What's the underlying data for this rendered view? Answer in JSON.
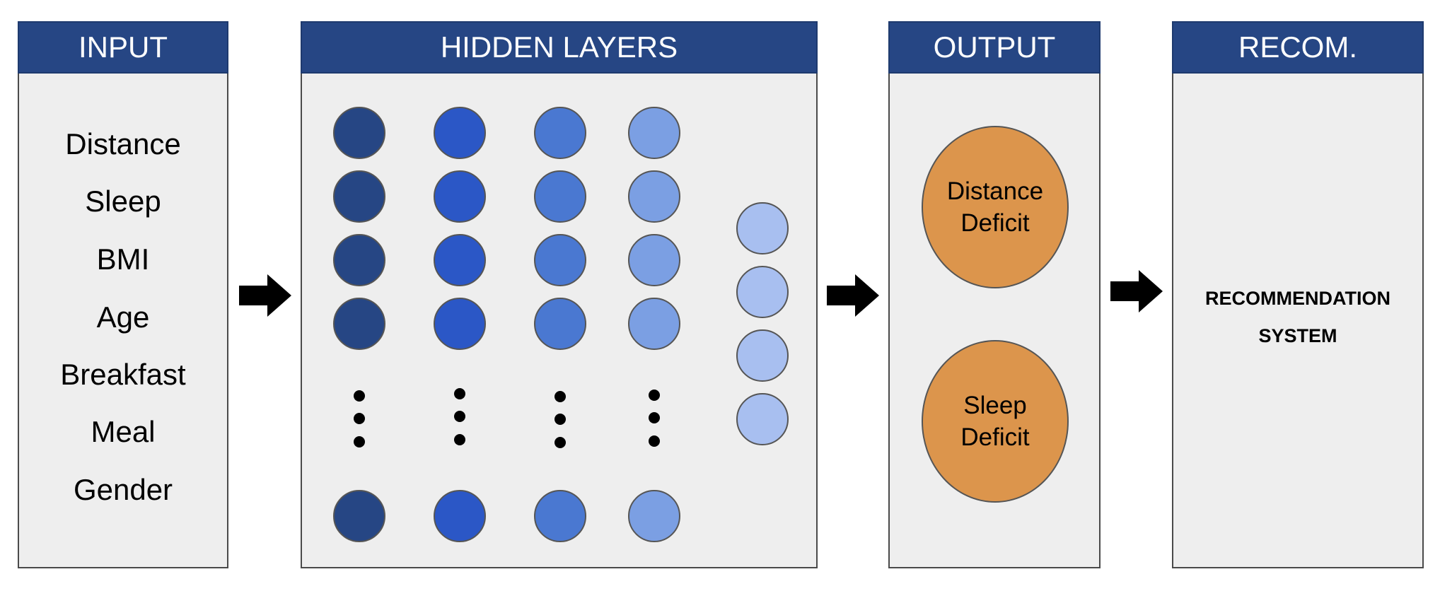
{
  "panels": {
    "input": {
      "title": "INPUT",
      "items": [
        "Distance",
        "Sleep",
        "BMI",
        "Age",
        "Breakfast",
        "Meal",
        "Gender"
      ]
    },
    "hidden": {
      "title": "HIDDEN LAYERS"
    },
    "output": {
      "title": "OUTPUT",
      "nodes": [
        {
          "line1": "Distance",
          "line2": "Deficit"
        },
        {
          "line1": "Sleep",
          "line2": "Deficit"
        }
      ]
    },
    "recom": {
      "title": "RECOM.",
      "line1": "RECOMMENDATION",
      "line2": "SYSTEM"
    }
  },
  "colors": {
    "header_bg": "#264684",
    "panel_bg": "#eeeeee",
    "layer1": "#264684",
    "layer2": "#2b57c6",
    "layer3": "#4a78d1",
    "layer4": "#7b9fe3",
    "layer5": "#a8bff0",
    "output_node": "#dc954c",
    "arrow": "#000000"
  }
}
